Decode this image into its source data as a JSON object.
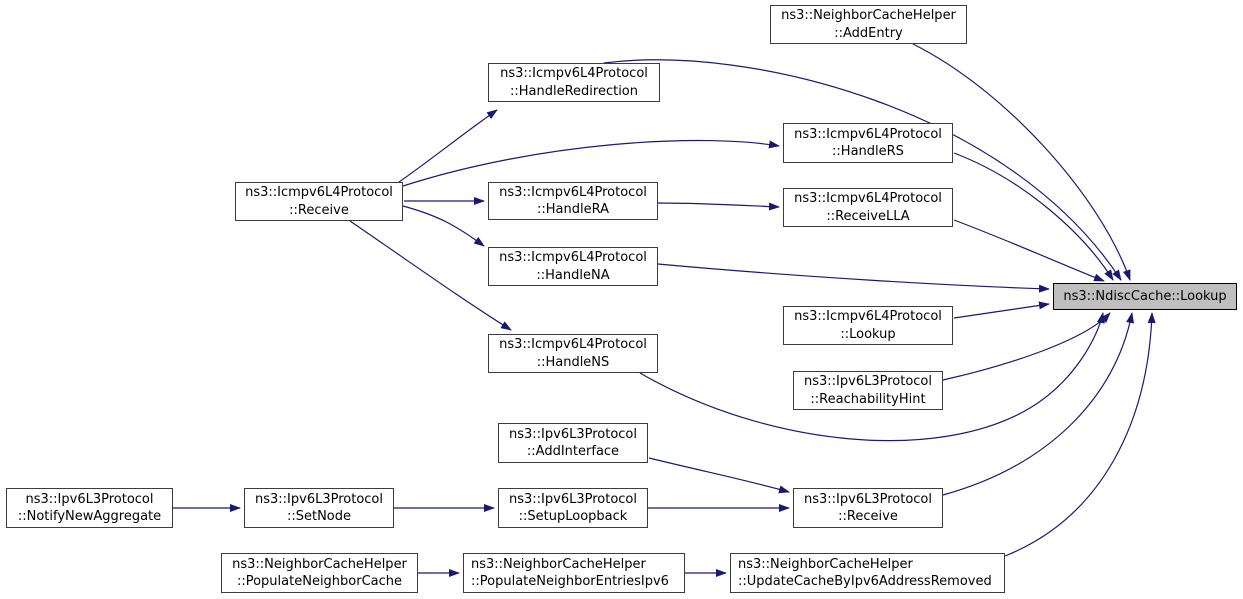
{
  "diagram": {
    "type": "doxygen-caller-graph",
    "focus_node": "ns3::NdiscCache::Lookup",
    "colors": {
      "edge": "#191970",
      "node_border": "#3c3c3c",
      "node_fill": "#ffffff",
      "highlight_fill": "#bfbfbf",
      "text": "#000000",
      "background": "#ffffff"
    }
  },
  "nodes": {
    "add_entry": {
      "line1": "ns3::NeighborCacheHelper",
      "line2": "::AddEntry"
    },
    "handle_redirection": {
      "line1": "ns3::Icmpv6L4Protocol",
      "line2": "::HandleRedirection"
    },
    "icmpv6_receive": {
      "line1": "ns3::Icmpv6L4Protocol",
      "line2": "::Receive"
    },
    "handle_rs": {
      "line1": "ns3::Icmpv6L4Protocol",
      "line2": "::HandleRS"
    },
    "handle_ra": {
      "line1": "ns3::Icmpv6L4Protocol",
      "line2": "::HandleRA"
    },
    "receive_lla": {
      "line1": "ns3::Icmpv6L4Protocol",
      "line2": "::ReceiveLLA"
    },
    "handle_na": {
      "line1": "ns3::Icmpv6L4Protocol",
      "line2": "::HandleNA"
    },
    "handle_ns": {
      "line1": "ns3::Icmpv6L4Protocol",
      "line2": "::HandleNS"
    },
    "ndisc_lookup": {
      "line1": "ns3::NdiscCache::Lookup"
    },
    "icmpv6_lookup": {
      "line1": "ns3::Icmpv6L4Protocol",
      "line2": "::Lookup"
    },
    "reachability_hint": {
      "line1": "ns3::Ipv6L3Protocol",
      "line2": "::ReachabilityHint"
    },
    "add_interface": {
      "line1": "ns3::Ipv6L3Protocol",
      "line2": "::AddInterface"
    },
    "notify_new_aggregate": {
      "line1": "ns3::Ipv6L3Protocol",
      "line2": "::NotifyNewAggregate"
    },
    "set_node": {
      "line1": "ns3::Ipv6L3Protocol",
      "line2": "::SetNode"
    },
    "setup_loopback": {
      "line1": "ns3::Ipv6L3Protocol",
      "line2": "::SetupLoopback"
    },
    "ipv6_receive": {
      "line1": "ns3::Ipv6L3Protocol",
      "line2": "::Receive"
    },
    "populate_neighbor_cache": {
      "line1": "ns3::NeighborCacheHelper",
      "line2": "::PopulateNeighborCache"
    },
    "populate_neighbor_entries": {
      "line1": "ns3::NeighborCacheHelper",
      "line2": "::PopulateNeighborEntriesIpv6"
    },
    "update_cache": {
      "line1": "ns3::NeighborCacheHelper",
      "line2": "::UpdateCacheByIpv6AddressRemoved"
    }
  },
  "edges": [
    {
      "from": "icmpv6_receive",
      "to": "handle_redirection"
    },
    {
      "from": "icmpv6_receive",
      "to": "handle_rs"
    },
    {
      "from": "icmpv6_receive",
      "to": "handle_ra"
    },
    {
      "from": "icmpv6_receive",
      "to": "handle_na"
    },
    {
      "from": "icmpv6_receive",
      "to": "handle_ns"
    },
    {
      "from": "handle_ra",
      "to": "receive_lla"
    },
    {
      "from": "handle_redirection",
      "to": "ndisc_lookup"
    },
    {
      "from": "add_entry",
      "to": "ndisc_lookup"
    },
    {
      "from": "handle_rs",
      "to": "ndisc_lookup"
    },
    {
      "from": "receive_lla",
      "to": "ndisc_lookup"
    },
    {
      "from": "handle_na",
      "to": "ndisc_lookup"
    },
    {
      "from": "handle_ns",
      "to": "ndisc_lookup"
    },
    {
      "from": "icmpv6_lookup",
      "to": "ndisc_lookup"
    },
    {
      "from": "reachability_hint",
      "to": "ndisc_lookup"
    },
    {
      "from": "ipv6_receive",
      "to": "ndisc_lookup"
    },
    {
      "from": "update_cache",
      "to": "ndisc_lookup"
    },
    {
      "from": "notify_new_aggregate",
      "to": "set_node"
    },
    {
      "from": "set_node",
      "to": "setup_loopback"
    },
    {
      "from": "setup_loopback",
      "to": "ipv6_receive"
    },
    {
      "from": "add_interface",
      "to": "ipv6_receive"
    },
    {
      "from": "populate_neighbor_cache",
      "to": "populate_neighbor_entries"
    },
    {
      "from": "populate_neighbor_entries",
      "to": "update_cache"
    }
  ]
}
